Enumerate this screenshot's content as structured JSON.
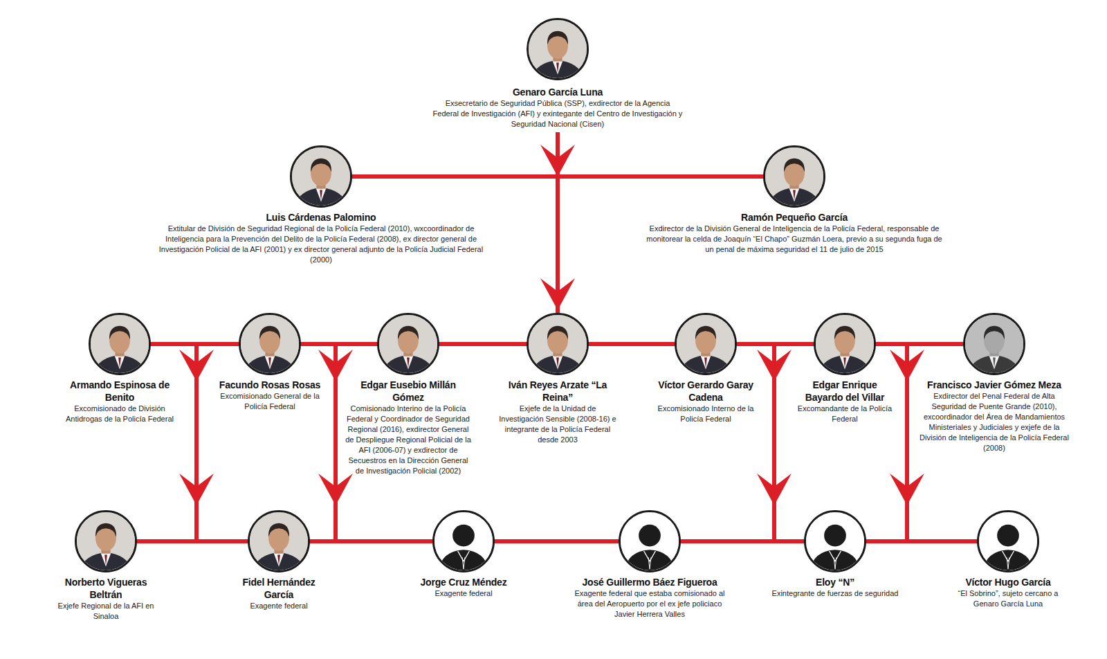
{
  "diagram": {
    "nodes": [
      {
        "text": [
          "Genaro García Luna",
          "Exsecretario de Seguridad Pública (SSP), exdirector de la Agencia Federal de Investigación (AFI) y exintegante del Centro de Investigación y Seguridad Nacional (Cisen)"
        ]
      },
      {
        "text": [
          "Luis Cárdenas Palomino",
          "Extitular de División de Seguridad Regional de la Policía Federal (2010), wxcoordinador de Inteligencia para la Prevención del Delito de la Policía Federal (2008), ex director general de Investigación Policial de la AFI (2001) y ex director general adjunto de la Policía Judicial Federal (2000)"
        ]
      },
      {
        "text": [
          "Ramón Pequeño García",
          "Exdirector de la División General de Inteligencia de la Policía Federal, responsable de monitorear la celda de Joaquín “El Chapo” Guzmán Loera, previo a su segunda fuga de un penal de máxima seguridad el 11 de julio de 2015"
        ]
      },
      {
        "text": [
          "Armando Espinosa de Benito",
          "Excomisionado de División Antidrogas de la Policía Federal"
        ]
      },
      {
        "text": [
          "Facundo Rosas Rosas",
          "Excomisionado General de la Policía Federal"
        ]
      },
      {
        "text": [
          "Edgar Eusebio Millán Gómez",
          "Comisionado Interino de la Policía Federal y Coordinador de Seguridad Regional (2016), exdirector General de Despliegue Regional Policial de la AFI (2006-07) y exdirector de Secuestros en la Dirección General de Investigación Policial (2002)"
        ]
      },
      {
        "text": [
          "Iván Reyes Arzate “La Reina”",
          "Exjefe de la Unidad de Investigación Sensible (2008-16) e integrante de la Policía Federal desde 2003"
        ]
      },
      {
        "text": [
          "Víctor Gerardo Garay Cadena",
          "Excomisionado Interno de la Policía Federal"
        ]
      },
      {
        "text": [
          "Edgar Enrique Bayardo del Villar",
          "Excomandante de la Policía Federal"
        ]
      },
      {
        "text": [
          "Francisco Javier Gómez Meza",
          "Exdirector del Penal Federal de Alta Seguridad de Puente Grande (2010), excoordinador del Área de Mandamientos Ministeriales y Judiciales y exjefe de la División de Inteligencia de la Policía Federal (2008)"
        ]
      },
      {
        "text": [
          "Norberto Vigueras Beltrán",
          "Exjefe Regional de la AFI en Sinaloa"
        ]
      },
      {
        "text": [
          "Fidel Hernández García",
          "Exagente federal"
        ]
      },
      {
        "text": [
          "Jorge Cruz Méndez",
          "Exagente federal"
        ]
      },
      {
        "text": [
          "José Guillermo Báez Figueroa",
          "Exagente federal que estaba comisionado al área del Aeropuerto por el ex jefe policiaco Javier Herrera Valles"
        ]
      },
      {
        "text": [
          "Eloy “N”",
          "Exintegrante de fuerzas de seguridad"
        ]
      },
      {
        "text": [
          "Víctor Hugo García",
          "“El Sobrino”, sujeto cercano a Genaro García Luna"
        ]
      }
    ],
    "edges": [
      {
        "from": 0,
        "to": 1,
        "arrow": "none"
      },
      {
        "from": 0,
        "to": 2,
        "arrow": "none"
      },
      {
        "from": 0,
        "to": 6,
        "arrow": "to"
      },
      {
        "from": 3,
        "to": 4,
        "arrow": "none"
      },
      {
        "from": 4,
        "to": 5,
        "arrow": "none"
      },
      {
        "from": 5,
        "to": 6,
        "arrow": "none"
      },
      {
        "from": 6,
        "to": 7,
        "arrow": "none"
      },
      {
        "from": 7,
        "to": 8,
        "arrow": "none"
      },
      {
        "from": 8,
        "to": 9,
        "arrow": "none"
      },
      {
        "from": 3,
        "to": 10,
        "arrow": "to"
      },
      {
        "from": 5,
        "to": 11,
        "arrow": "to"
      },
      {
        "from": 8,
        "to": 14,
        "arrow": "to"
      },
      {
        "from": 9,
        "to": 15,
        "arrow": "to"
      },
      {
        "from": 10,
        "to": 11,
        "arrow": "none"
      },
      {
        "from": 11,
        "to": 12,
        "arrow": "none"
      },
      {
        "from": 12,
        "to": 13,
        "arrow": "none"
      },
      {
        "from": 13,
        "to": 14,
        "arrow": "none"
      },
      {
        "from": 14,
        "to": 15,
        "arrow": "none"
      }
    ]
  }
}
